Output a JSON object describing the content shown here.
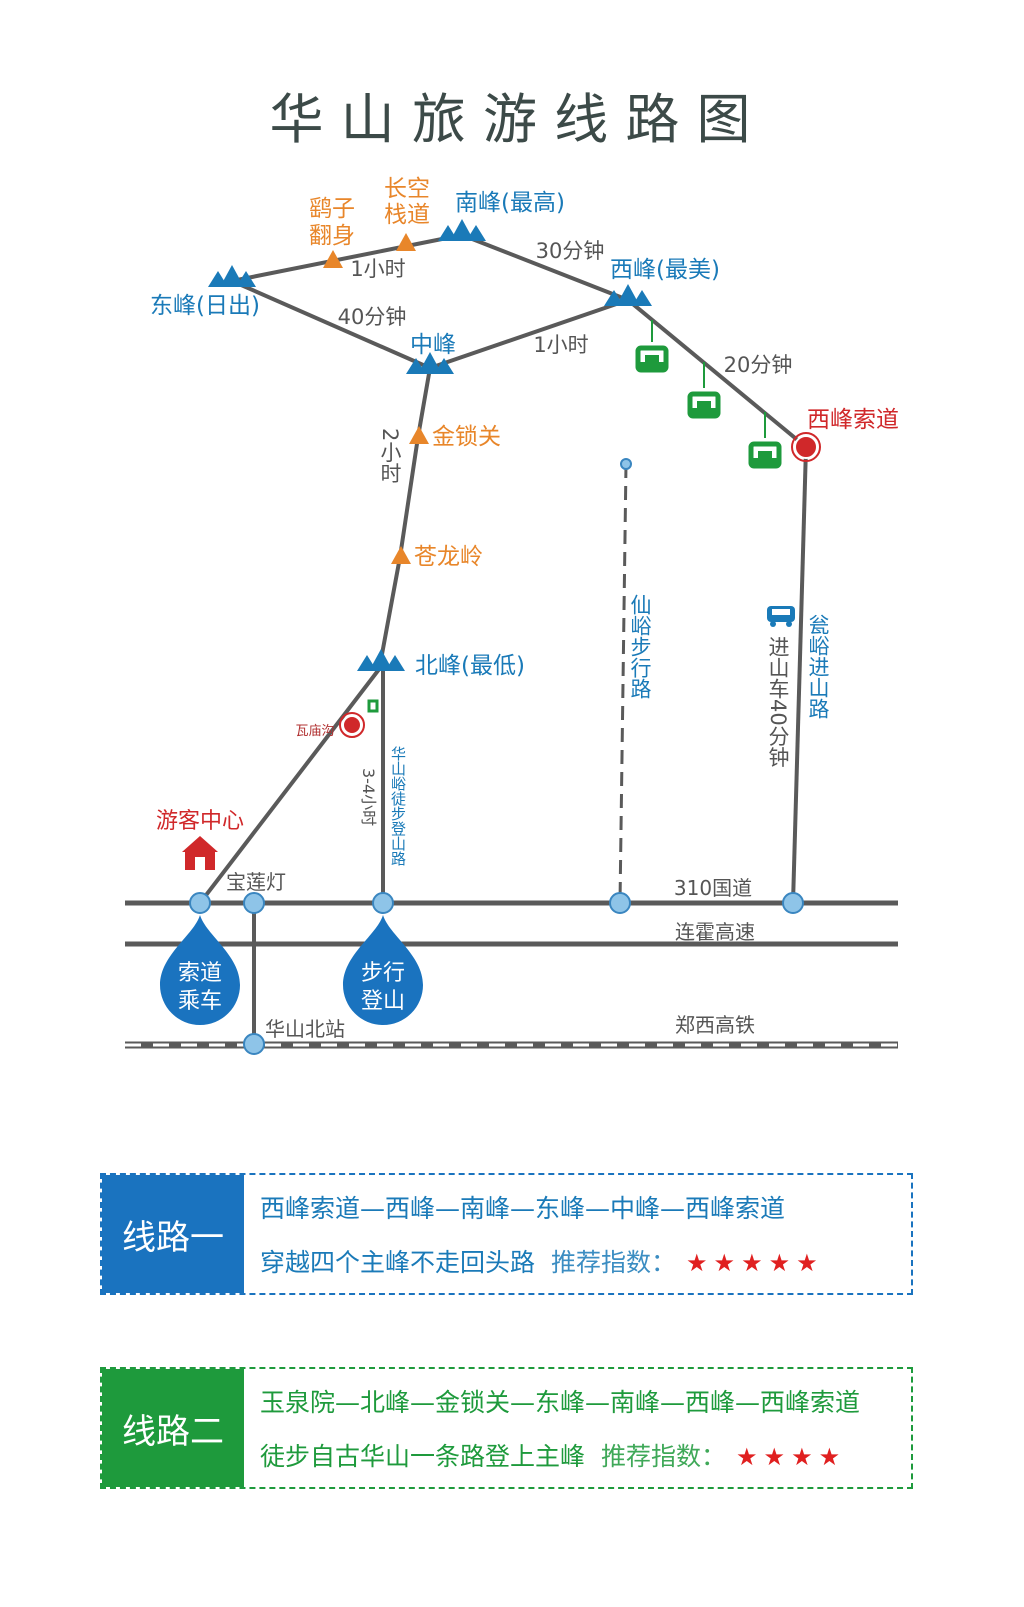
{
  "title": "华 山 旅 游 线 路 图",
  "colors": {
    "peak": "#1a7ab8",
    "spot": "#e8862a",
    "road": "#5a5a5a",
    "red": "#d0282a",
    "blue": "#1a73bf",
    "green": "#1e9a3c"
  },
  "peaks": {
    "east": "东峰(日出)",
    "south": "南峰(最高)",
    "west": "西峰(最美)",
    "middle": "中峰",
    "north": "北峰(最低)"
  },
  "spots": {
    "yaozi_1": "鹞子",
    "yaozi_2": "翻身",
    "changkong_1": "长空",
    "changkong_2": "栈道",
    "jinsuoguan": "金锁关",
    "canglongling": "苍龙岭"
  },
  "times": {
    "east_south": "1小时",
    "south_west": "30分钟",
    "east_middle": "40分钟",
    "middle_west": "1小时",
    "west_cable": "20分钟",
    "middle_north": "2小时",
    "north_trail": "3-4小时",
    "car": "进山车40分钟"
  },
  "places": {
    "cableway": "西峰索道",
    "wamiaogou": "瓦庙沟",
    "visitor_center": "游客中心",
    "baoliandeng": "宝莲灯",
    "station": "华山北站"
  },
  "paths": {
    "xianyu": "仙峪步行路",
    "wengyu": "瓮峪进山路",
    "huashanyu": "华山峪徒步登山路"
  },
  "roads": {
    "g310": "310国道",
    "lianhuo": "连霍高速",
    "zhengxi": "郑西高铁"
  },
  "drops": {
    "cable_1": "索道",
    "cable_2": "乘车",
    "walk_1": "步行",
    "walk_2": "登山"
  },
  "routes": [
    {
      "name": "线路一",
      "path": "西峰索道—西峰—南峰—东峰—中峰—西峰索道",
      "desc": "穿越四个主峰不走回头路",
      "score_label": "推荐指数：",
      "stars": "★★★★★",
      "rating": 5
    },
    {
      "name": "线路二",
      "path": "玉泉院—北峰—金锁关—东峰—南峰—西峰—西峰索道",
      "desc": "徒步自古华山一条路登上主峰",
      "score_label": "推荐指数：",
      "stars": "★★★★",
      "rating": 4
    }
  ]
}
